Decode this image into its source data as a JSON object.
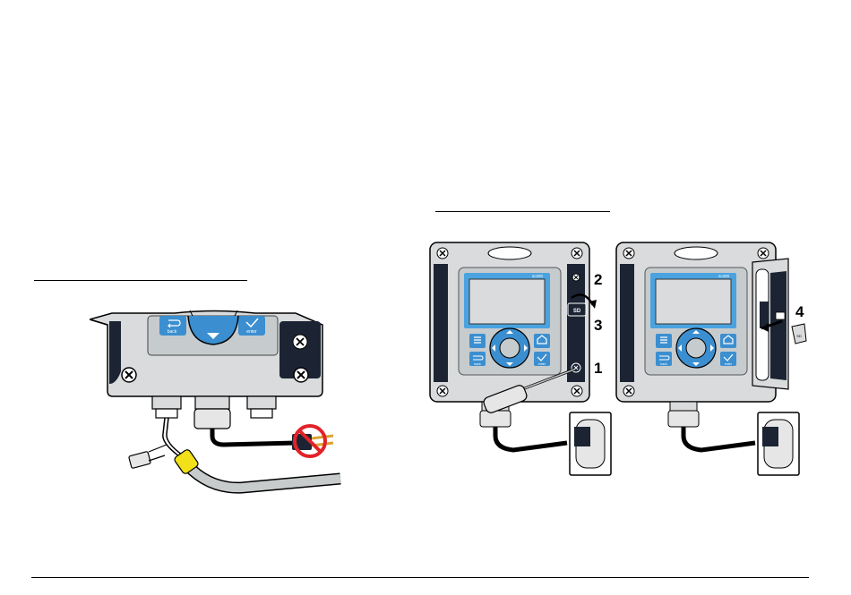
{
  "icons": {
    "left": [
      "back-arrow-icon",
      "down-arrow-icon",
      "check-icon",
      "x-screw-icon",
      "no-plug-icon"
    ],
    "right": [
      "menu-icon",
      "home-icon",
      "back-arrow-icon",
      "check-icon",
      "up-arrow-icon",
      "down-arrow-icon",
      "left-arrow-icon",
      "right-arrow-icon",
      "screwdriver-icon",
      "power-outlet-icon",
      "sd-card-icon"
    ]
  },
  "colors": {
    "keypad_blue": "#3b8fd0",
    "screen_blue": "#4aa3df",
    "panel_gray": "#d9dbdc",
    "dark_panel": "#1c2433",
    "cable_yellow": "#f2e018",
    "prohibit_red": "#e22228",
    "plug_gold": "#d8a532"
  },
  "left_figure": {
    "key_back": "back",
    "key_enter": "enter"
  },
  "right_figure": {
    "screen_label_1": "sc200",
    "screen_label_2": "sc200",
    "key_back_1": "back",
    "key_enter_1": "enter",
    "key_back_2": "back",
    "key_enter_2": "enter",
    "sd_label": "SD",
    "card_label": "SD",
    "steps": [
      "1",
      "2",
      "3",
      "4"
    ]
  }
}
